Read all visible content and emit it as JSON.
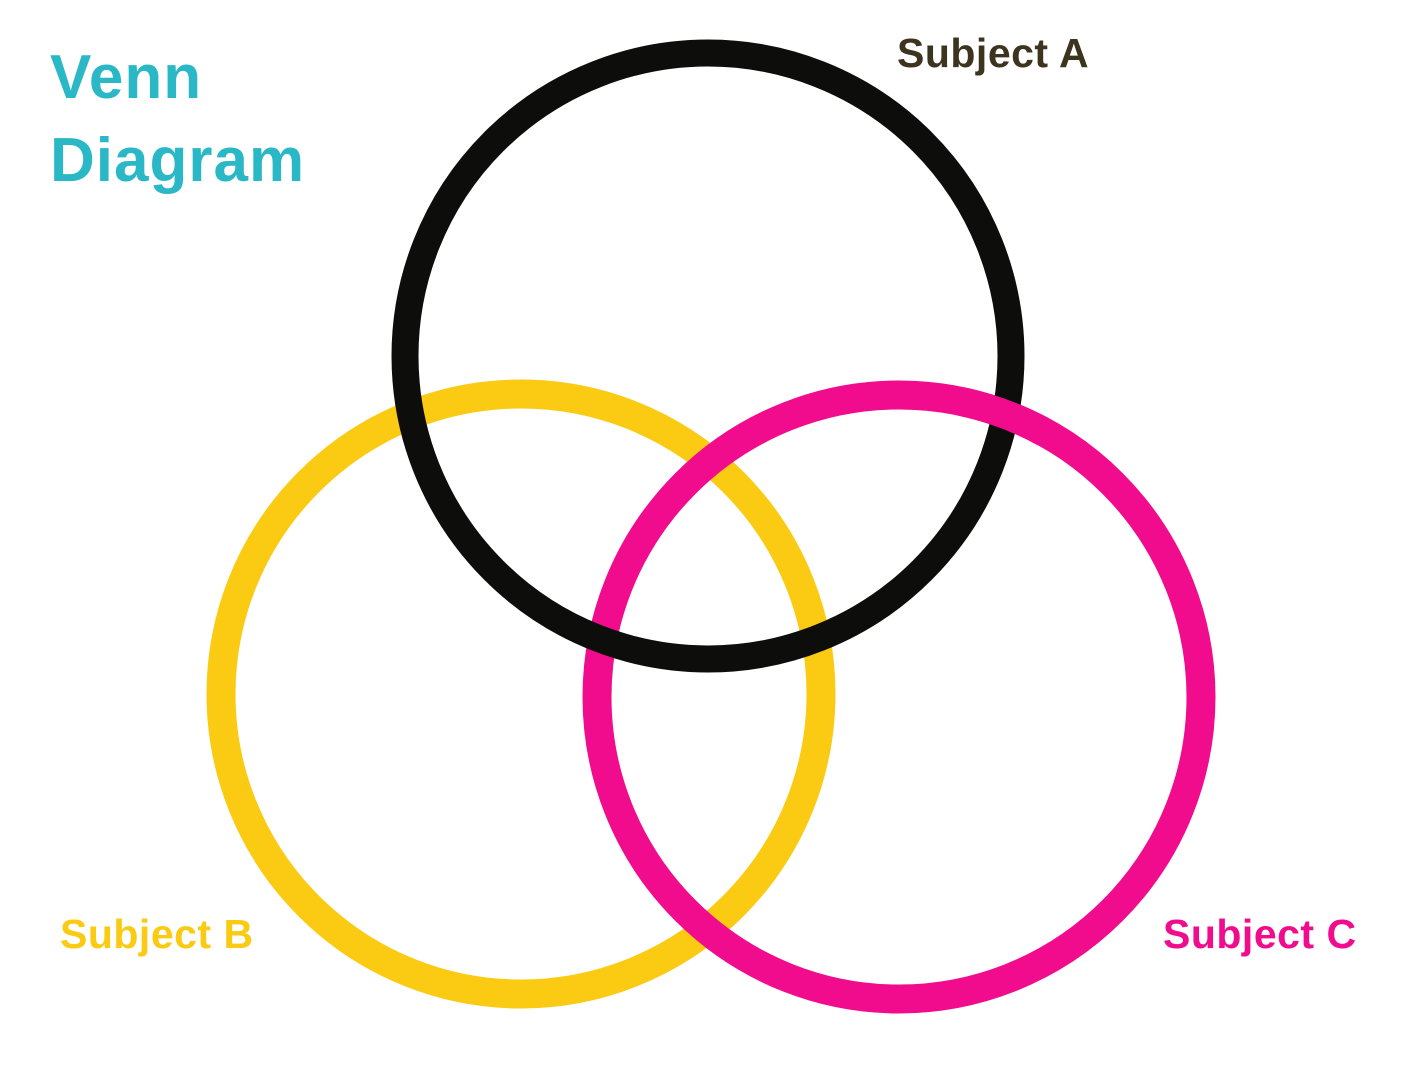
{
  "title": {
    "text": "Venn Diagram",
    "line1": "Venn",
    "line2": "Diagram",
    "color": "#2ab8c6"
  },
  "venn": {
    "type": "venn-3-circle-outline",
    "background": "#ffffff",
    "sets": [
      {
        "id": "A",
        "label": "Subject A",
        "circle_color": "#0d0d0b",
        "label_color": "#3d3420",
        "position": "top-center"
      },
      {
        "id": "B",
        "label": "Subject B",
        "circle_color": "#fbca13",
        "label_color": "#fbca13",
        "position": "bottom-left"
      },
      {
        "id": "C",
        "label": "Subject C",
        "circle_color": "#f00c8c",
        "label_color": "#f00c8c",
        "position": "bottom-right"
      }
    ],
    "overlaps": [
      "A-B",
      "A-C",
      "B-C",
      "A-B-C"
    ]
  }
}
